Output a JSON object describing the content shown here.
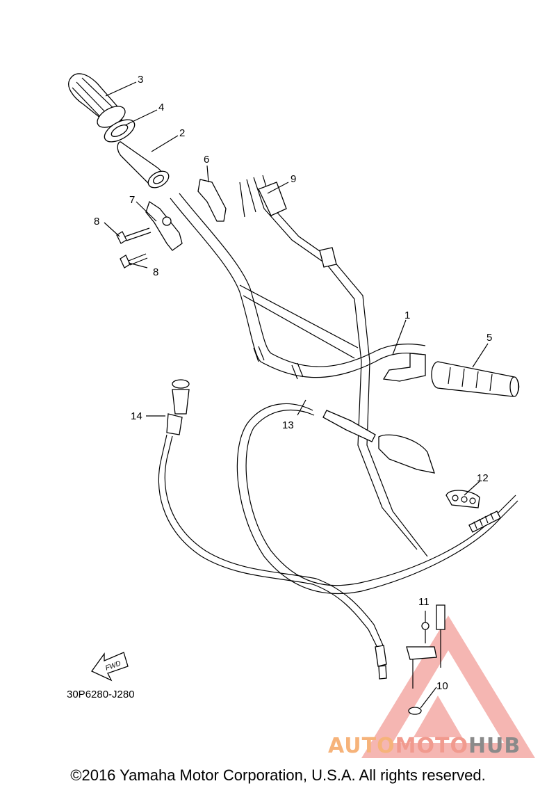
{
  "diagram": {
    "callouts": {
      "c1": "1",
      "c2": "2",
      "c3": "3",
      "c4": "4",
      "c5": "5",
      "c6": "6",
      "c7": "7",
      "c8a": "8",
      "c8b": "8",
      "c9": "9",
      "c10": "10",
      "c11": "11",
      "c12": "12",
      "c13": "13",
      "c14": "14"
    },
    "fwd_label": "FWD",
    "part_code": "30P6280-J280"
  },
  "watermark": {
    "part_a": "AUTO",
    "part_b": "MOTO",
    "part_c": "HUB",
    "colors": {
      "orange": "#f6b37a",
      "red": "#ee7b74",
      "gray": "#8a8a8a"
    }
  },
  "footer": {
    "copyright": "©2016 Yamaha Motor Corporation, U.S.A. All rights reserved."
  }
}
